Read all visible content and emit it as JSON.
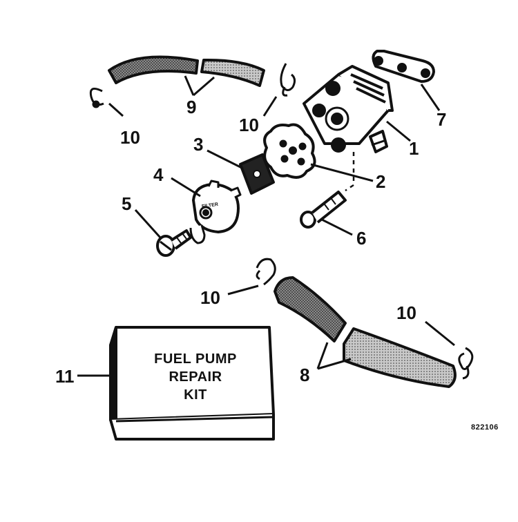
{
  "callouts": {
    "c1": "1",
    "c2": "2",
    "c3": "3",
    "c4": "4",
    "c5": "5",
    "c6": "6",
    "c7": "7",
    "c8": "8",
    "c9": "9",
    "c10a": "10",
    "c10b": "10",
    "c10c": "10",
    "c10d": "10",
    "c11": "11"
  },
  "kit": {
    "line1": "FUEL PUMP",
    "line2": "REPAIR",
    "line3": "KIT"
  },
  "cover_label": "FILTER",
  "figure_code": "822106",
  "colors": {
    "ink": "#111111",
    "hose_fill": "#6f6f6f",
    "paper": "#ffffff"
  }
}
